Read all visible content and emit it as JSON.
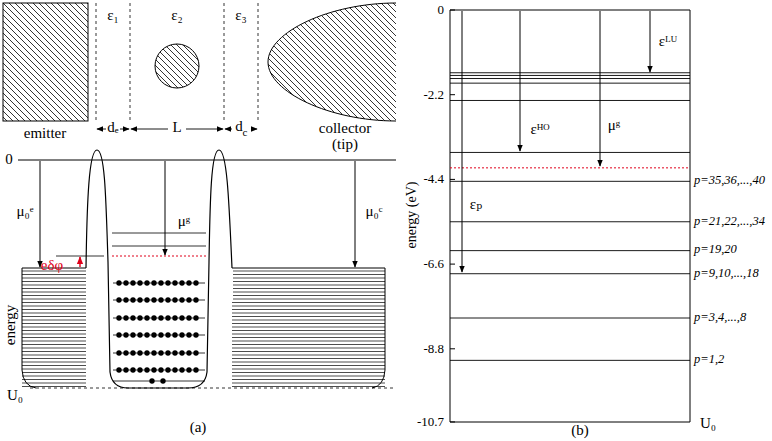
{
  "diagram": {
    "labels": [
      "ε₁",
      "ε₂",
      "ε₃",
      "dₑ",
      "L",
      "d",
      "c",
      "emitter",
      "collector (tip)",
      "0",
      "μ₀ᵉ",
      "μᵍ",
      "eδφ",
      "μ₀ᶜ",
      "energy",
      "U₀",
      "(a)",
      "0",
      "-2.2",
      "-4.4",
      "-6.6",
      "-8.8",
      "-10.7",
      "energy (eV)",
      "εᴸᵁ",
      "εᴴᴼ",
      "μᵍ",
      "εₚ",
      "p=35,36,...,40",
      "p=21,22,...,34",
      "p=19,20",
      "p=9,10,...,18",
      "p=3,4,...,8",
      "p=1,2",
      "U₀",
      "(b)"
    ]
  }
}
